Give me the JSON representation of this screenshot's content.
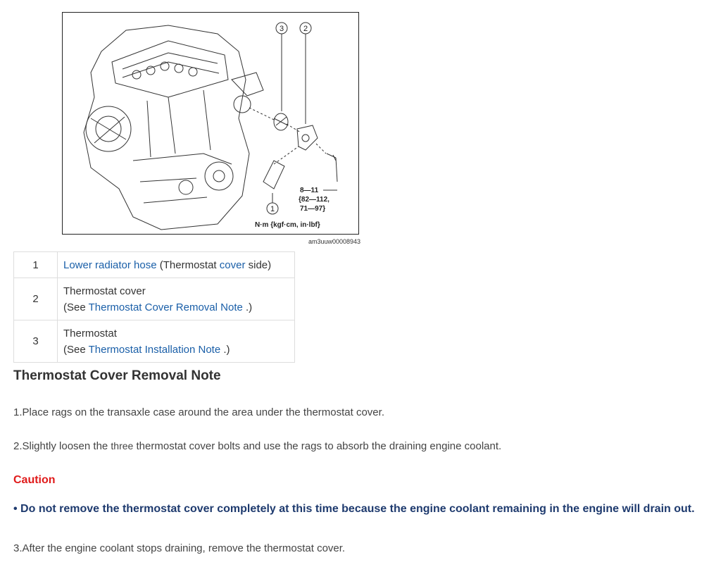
{
  "figure": {
    "id_label": "am3uuw00008943",
    "callouts": [
      "1",
      "2",
      "3"
    ],
    "torque_values": "8—11",
    "torque_kgfcm": "{82—112,",
    "torque_inlbf": "71—97}",
    "unit_label": "N·m {kgf·cm, in·lbf}"
  },
  "parts_table": [
    {
      "num": "1",
      "link1": "Lower radiator hose",
      "text1": " (Thermostat ",
      "link2": "cover",
      "text2": " side)"
    },
    {
      "num": "2",
      "name": "Thermostat cover",
      "see_prefix": "(See ",
      "see_link": "Thermostat Cover Removal Note",
      "see_suffix": " .)"
    },
    {
      "num": "3",
      "name": "Thermostat",
      "see_prefix": "(See ",
      "see_link": "Thermostat Installation Note",
      "see_suffix": " .)"
    }
  ],
  "section": {
    "heading": "Thermostat Cover Removal Note",
    "step1": "1.Place rags on the transaxle case around the area under the thermostat cover.",
    "step2_a": "2.Slightly loosen the ",
    "step2_b": "three",
    "step2_c": " thermostat cover bolts and use the rags to absorb the draining engine coolant.",
    "caution_title": "Caution",
    "caution_text": "• Do not remove the thermostat cover completely at this time because the engine coolant remaining in the engine will drain out.",
    "step3": "3.After the engine coolant stops draining, remove the thermostat cover."
  },
  "colors": {
    "link": "#1a5fa8",
    "caution_title": "#e01b1b",
    "caution_text": "#1e3a6e"
  }
}
